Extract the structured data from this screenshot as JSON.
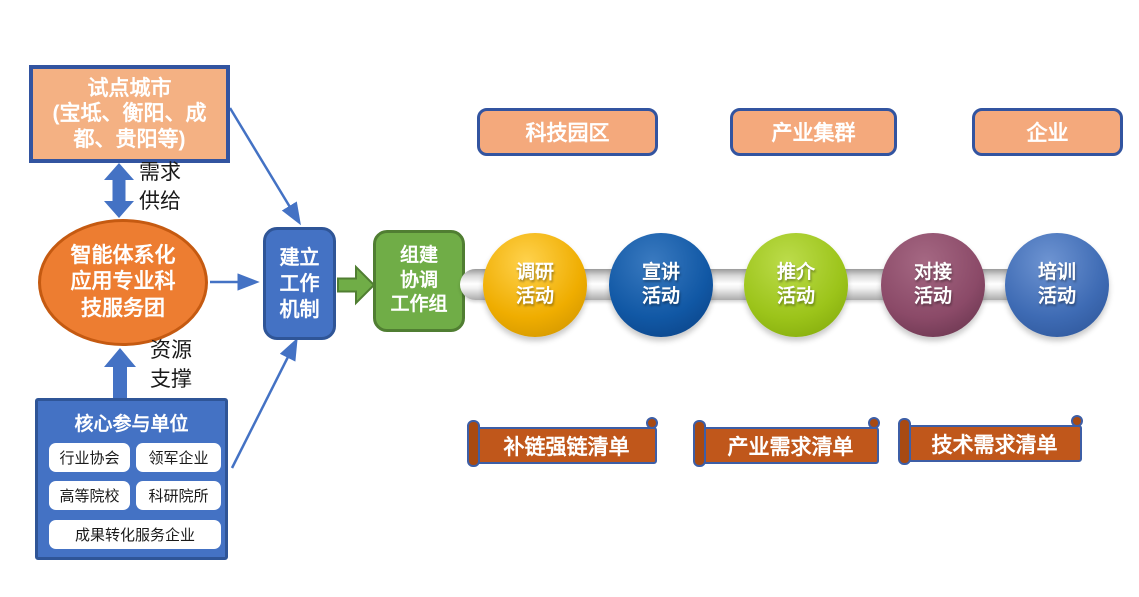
{
  "colors": {
    "accent_blue": "#4472C4",
    "dark_blue_border": "#2F5597",
    "light_orange": "#F4B183",
    "orange": "#ED7D31",
    "dark_orange_border": "#C55A11",
    "green": "#70AD47",
    "dark_green_border": "#507E32",
    "scroll_orange": "#C0571B",
    "scroll_border_blue": "#3D5EA6",
    "connector_blue": "#4472C4"
  },
  "left_flow": {
    "pilot_cities": "试点城市\n(宝坻、衡阳、成\n都、贵阳等)",
    "demand_supply": "需求\n供给",
    "service_group": "智能体系化\n应用专业科\n技服务团",
    "resource_support": "资源\n支撑",
    "core_units": {
      "title": "核心参与单位",
      "items": [
        "行业协会",
        "领军企业",
        "高等院校",
        "科研院所",
        "成果转化服务企业"
      ]
    }
  },
  "process": {
    "establish_mechanism": "建立\n工作\n机制",
    "coordination_group": "组建\n协调\n工作组"
  },
  "targets": [
    "科技园区",
    "产业集群",
    "企业"
  ],
  "activities": [
    {
      "label": "调研\n活动",
      "color": "#EFAD00",
      "color_light": "#FFD24D",
      "color_dark": "#C78E00"
    },
    {
      "label": "宣讲\n活动",
      "color": "#1158A5",
      "color_light": "#3A7AC0",
      "color_dark": "#0A3E7F"
    },
    {
      "label": "推介\n活动",
      "color": "#9CC41A",
      "color_light": "#BCDC4B",
      "color_dark": "#7CA308"
    },
    {
      "label": "对接\n活动",
      "color": "#8B4A68",
      "color_light": "#A56883",
      "color_dark": "#5F2F47"
    },
    {
      "label": "培训\n活动",
      "color": "#3E6BB4",
      "color_light": "#6E94D2",
      "color_dark": "#2A5193"
    }
  ],
  "lists": [
    "补链强链清单",
    "产业需求清单",
    "技术需求清单"
  ]
}
